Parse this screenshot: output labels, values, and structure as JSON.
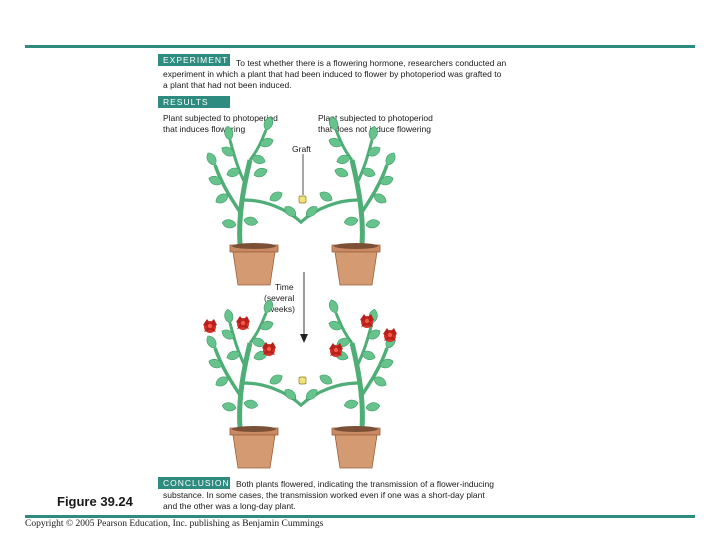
{
  "experiment": {
    "tag": "EXPERIMENT",
    "text_line1": "To test whether there is a flowering hormone, researchers conducted an",
    "text_line2": "experiment in which a plant that had been induced to flower by photoperiod was grafted to",
    "text_line3": "a plant that had not been induced."
  },
  "results": {
    "tag": "RESULTS",
    "left_label_line1": "Plant subjected to photoperiod",
    "left_label_line2": "that induces flowering",
    "right_label_line1": "Plant subjected to photoperiod",
    "right_label_line2": "that does not induce flowering",
    "graft_label": "Graft",
    "time_line1": "Time",
    "time_line2": "(several",
    "time_line3": "weeks)"
  },
  "conclusion": {
    "tag": "CONCLUSION",
    "text_line1": "Both plants flowered, indicating the transmission of a flower-inducing",
    "text_line2": "substance. In some cases, the transmission worked even if one was a short-day plant",
    "text_line3": "and the other was a long-day plant."
  },
  "figure_label": "Figure 39.24",
  "copyright": "Copyright © 2005 Pearson Education, Inc. publishing as Benjamin Cummings",
  "colors": {
    "accent": "#2e8b7f",
    "leaf": "#66c38c",
    "stem": "#4fae76",
    "pot": "#c98a63",
    "flower": "#d8332b",
    "graft": "#f3e27a"
  }
}
